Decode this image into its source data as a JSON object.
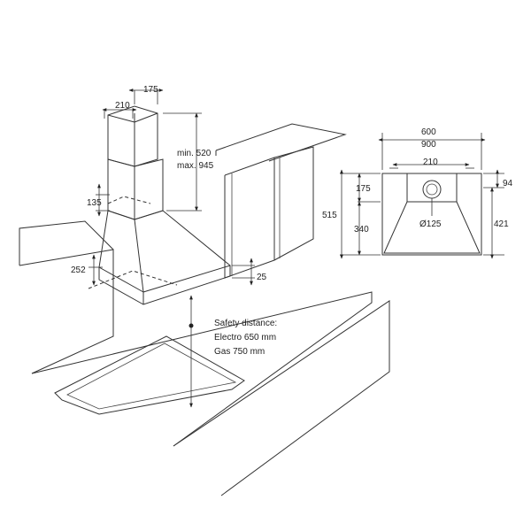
{
  "hood": {
    "chimney_width": "210",
    "chimney_depth": "175",
    "chimney_min": "min. 520",
    "chimney_max": "max. 945",
    "canopy_height": "135",
    "wall_offset": "252",
    "cabinet_gap": "25"
  },
  "safety": {
    "title": "Safety distance:",
    "electro": "Electro 650 mm",
    "gas": "Gas 750 mm"
  },
  "front_view": {
    "width_a": "600",
    "width_b": "900",
    "inner_width": "210",
    "height_total": "515",
    "height_upper": "175",
    "height_lower": "340",
    "right_top": "94",
    "right_height": "421",
    "outlet": "Ø125"
  },
  "colors": {
    "line": "#333333",
    "background": "#ffffff"
  }
}
